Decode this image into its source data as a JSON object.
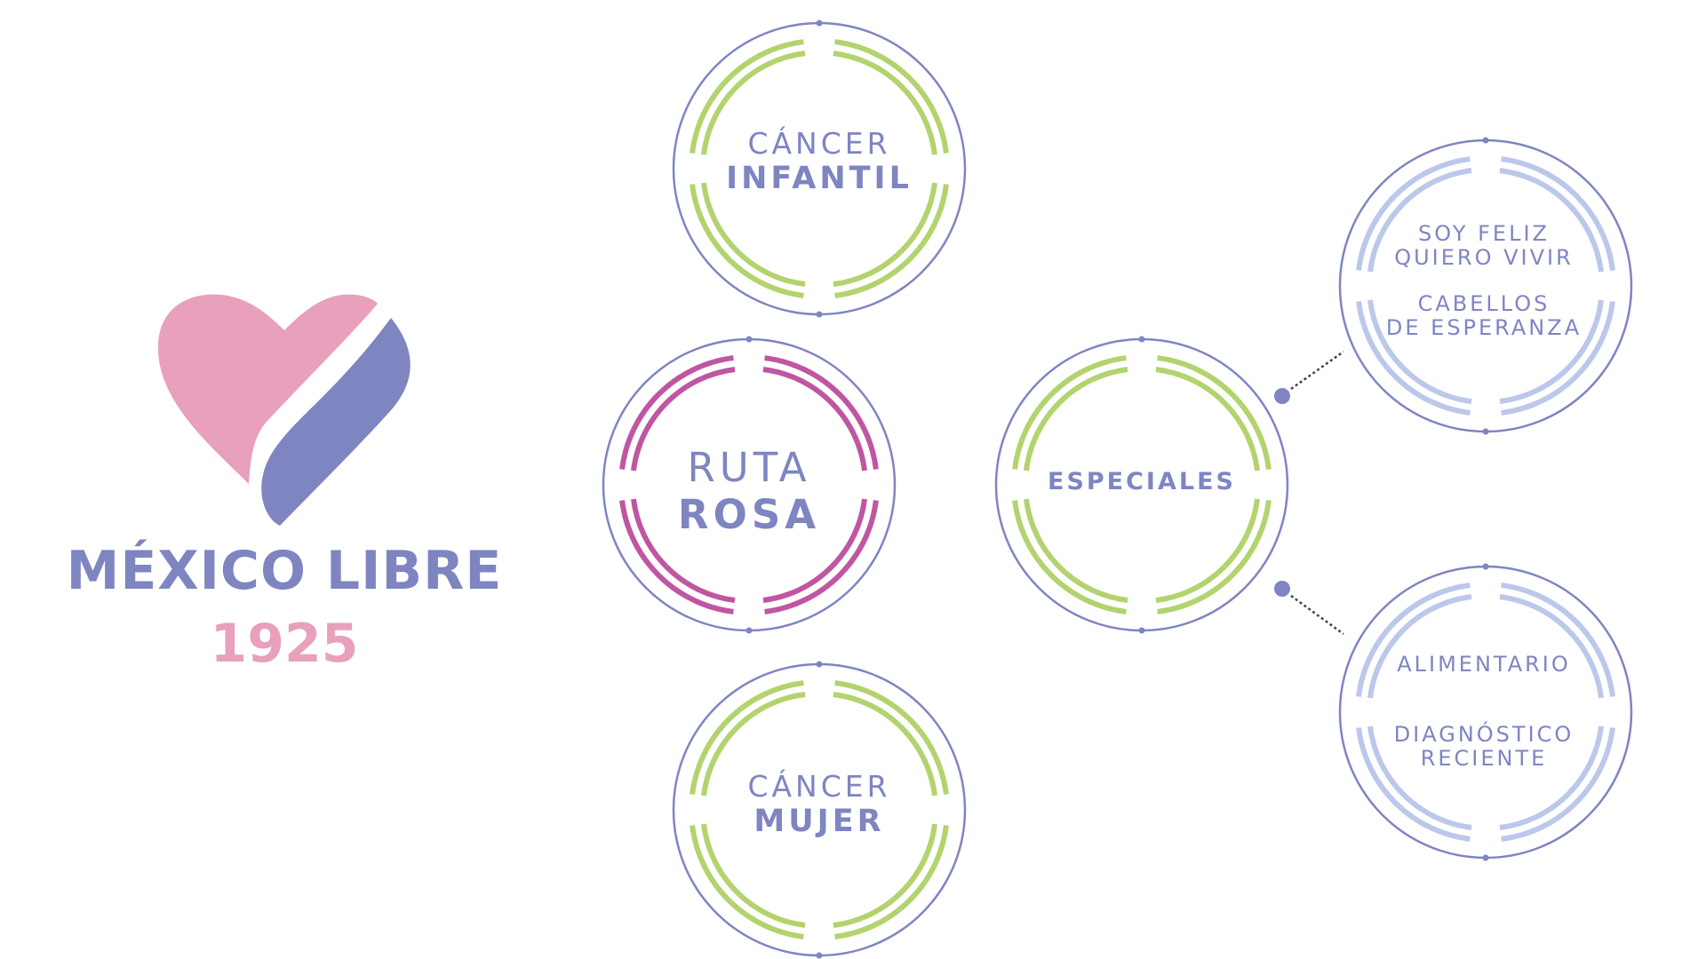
{
  "brand": {
    "name": "MÉXICO LIBRE",
    "year": "1925"
  },
  "circles": {
    "cancer_infantil": {
      "line1": "CÁNCER",
      "line2": "INFANTIL"
    },
    "ruta_rosa": {
      "line1": "RUTA",
      "line2": "ROSA"
    },
    "cancer_mujer": {
      "line1": "CÁNCER",
      "line2": "MUJER"
    },
    "especiales": {
      "line1": "ESPECIALES"
    },
    "soy_feliz": {
      "item1_line1": "SOY FELIZ",
      "item1_line2": "QUIERO VIVIR",
      "item2_line1": "CABELLOS",
      "item2_line2": "DE ESPERANZA"
    },
    "alimentario": {
      "item1_line1": "ALIMENTARIO",
      "item2_line1": "DIAGNÓSTICO",
      "item2_line2": "RECIENTE"
    }
  },
  "colors": {
    "outline": "#7e85c1",
    "green": "#b3d36e",
    "magenta": "#c056a2",
    "light_blue": "#bcc8ea",
    "heart_pink": "#e8a0bc",
    "heart_blue": "#7e85c1",
    "dot": "#7e85c1",
    "connector": "#444444"
  }
}
